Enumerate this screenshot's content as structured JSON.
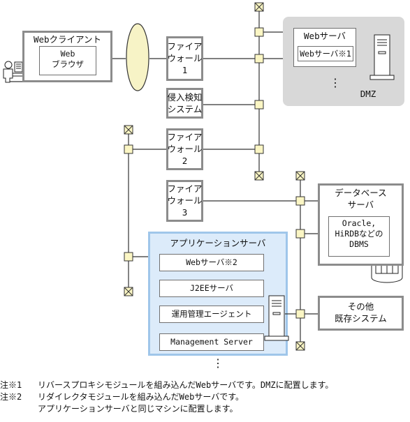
{
  "nodes": {
    "web_client": "Webクライアント",
    "web_browser": "Web\nブラウザ",
    "firewall_1": "ファイア\nウォール\n1",
    "ids": "侵入検知\nシステム",
    "firewall_2": "ファイア\nウォール\n2",
    "firewall_3": "ファイア\nウォール\n3",
    "web_server_group": "Webサーバ",
    "web_server_1": "Webサーバ※1",
    "dmz": "DMZ",
    "db_server": "データベース\nサーバ",
    "db_products": "Oracle,\nHiRDBなどの\nDBMS",
    "app_server": "アプリケーションサーバ",
    "web_server_2": "Webサーバ※2",
    "j2ee_server": "J2EEサーバ",
    "ops_agent": "運用管理エージェント",
    "management_server": "Management Server",
    "other_systems": "その他\n既存システム"
  },
  "ellipsis": {
    "dmz": "⋮",
    "bottom": "⋮"
  },
  "notes": {
    "note1_mark": "注※1",
    "note1_text": "リバースプロキシモジュールを組み込んだWebサーバです。DMZに配置します。",
    "note2_mark": "注※2",
    "note2_text": "リダイレクタモジュールを組み込んだWebサーバです。",
    "note2_text_cont": "アプリケーションサーバと同じマシンに配置します。"
  },
  "icons": [
    "user-at-pc-icon",
    "server-tower-icon",
    "database-cylinder-icon",
    "network-segment-ellipse",
    "terminator-icon",
    "connector-port-icon"
  ],
  "colors": {
    "box_border": "#8c8c8c",
    "dmz_zone": "#d8d8d8",
    "app_zone_fill": "#dcebfa",
    "app_zone_border": "#9fc6ea",
    "port_fill": "#fbf6c4",
    "ellipse_fill": "#f7f3c6"
  }
}
